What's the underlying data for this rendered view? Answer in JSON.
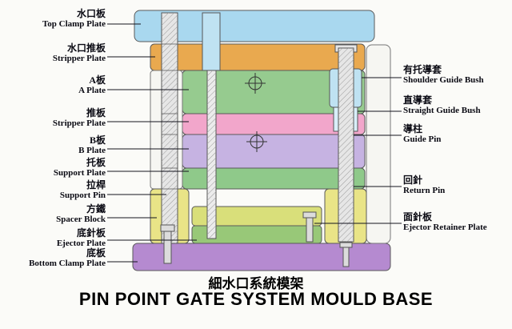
{
  "titles": {
    "chinese": "細水口系統模架",
    "english": "PIN POINT GATE SYSTEM MOULD BASE"
  },
  "left_labels": [
    {
      "zh": "水口板",
      "en": "Top Clamp Plate"
    },
    {
      "zh": "水口推板",
      "en": "Stripper Plate"
    },
    {
      "zh": "A板",
      "en": "A Plate"
    },
    {
      "zh": "推板",
      "en": "Stripper Plate"
    },
    {
      "zh": "B板",
      "en": "B Plate"
    },
    {
      "zh": "托板",
      "en": "Support Plate"
    },
    {
      "zh": "拉桿",
      "en": "Support Pin"
    },
    {
      "zh": "方鐵",
      "en": "Spacer Block"
    },
    {
      "zh": "底針板",
      "en": "Ejector Plate"
    },
    {
      "zh": "底板",
      "en": "Bottom Clamp Plate"
    }
  ],
  "right_labels": [
    {
      "zh": "有托導套",
      "en": "Shoulder Guide Bush"
    },
    {
      "zh": "直導套",
      "en": "Straight Guide Bush"
    },
    {
      "zh": "導柱",
      "en": "Guide Pin"
    },
    {
      "zh": "回針",
      "en": "Return Pin"
    },
    {
      "zh": "面針板",
      "en": "Ejector Retainer Plate"
    }
  ],
  "colors": {
    "top_clamp": "#a9d8ef",
    "stripper_top": "#e9a94f",
    "a_plate": "#96cb8f",
    "runner_stripper": "#f2a6cb",
    "b_plate": "#c6b3e2",
    "support_plate": "#8fc98a",
    "spacer_block": "#e9e487",
    "ejector_retainer": "#d9df7a",
    "ejector_plate": "#98c878",
    "bottom_clamp": "#b58ad0",
    "bush": "#bfe2f2",
    "pin_metal": "#e6e6e6",
    "leader_line": "#14141e"
  }
}
